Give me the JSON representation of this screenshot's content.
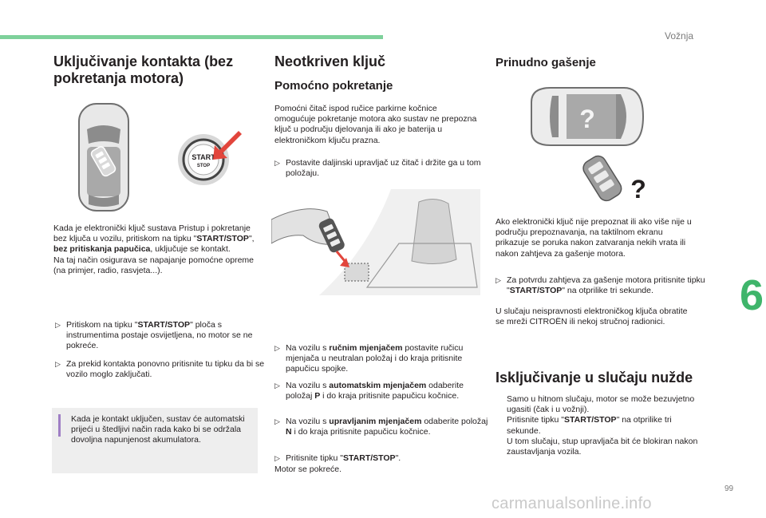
{
  "header": {
    "section_label": "Vožnja",
    "chapter_number": "6",
    "page_number": "99",
    "watermark": "carmanualsonline.info"
  },
  "col1": {
    "title": "Uključivanje kontakta (bez pokretanja motora)",
    "start_button_top": "START",
    "start_button_bottom": "STOP",
    "para1_a": "Kada je elektronički ključ sustava Pristup i pokretanje bez ključa u vozilu, pritiskom na tipku \"",
    "para1_b": "START/STOP",
    "para1_c": "\", ",
    "para1_d": "bez pritiskanja papučica",
    "para1_e": ", uključuje se kontakt.",
    "para1_f": "Na taj način osigurava se napajanje pomoćne opreme (na primjer, radio, rasvjeta...).",
    "bullet1_a": "Pritiskom na tipku \"",
    "bullet1_b": "START/STOP",
    "bullet1_c": "\" ploča s instrumentima postaje osvijetljena, no motor se ne pokreće.",
    "bullet2": "Za prekid kontakta ponovno pritisnite tu tipku da bi se vozilo moglo zaključati.",
    "info": "Kada je kontakt uključen, sustav će automatski prijeći u štedljivi način rada kako bi se održala dovoljna napunjenost akumulatora."
  },
  "col2": {
    "title": "Neotkriven ključ",
    "subtitle": "Pomoćno pokretanje",
    "para1": "Pomoćni čitač ispod ručice parkirne kočnice omogućuje pokretanje motora ako sustav ne prepozna ključ u području djelovanja ili ako je baterija u elektroničkom ključu prazna.",
    "bullet1": "Postavite daljinski upravljač uz čitač i držite ga u tom položaju.",
    "b2_a": "Na vozilu s ",
    "b2_b": "ručnim mjenjačem",
    "b2_c": " postavite ručicu mjenjača u neutralan položaj i do kraja pritisnite papučicu spojke.",
    "b3_a": "Na vozilu s ",
    "b3_b": "automatskim mjenjačem",
    "b3_c": " odaberite položaj ",
    "b3_d": "P",
    "b3_e": " i do kraja pritisnite papučicu kočnice.",
    "b4_a": "Na vozilu s ",
    "b4_b": "upravljanim mjenjačem",
    "b4_c": " odaberite položaj ",
    "b4_d": "N",
    "b4_e": " i do kraja pritisnite papučicu kočnice.",
    "b5_a": "Pritisnite tipku \"",
    "b5_b": "START/STOP",
    "b5_c": "\".",
    "final": "Motor se pokreće."
  },
  "col3": {
    "title": "Prinudno gašenje",
    "question_mark": "?",
    "para1": "Ako elektronički ključ nije prepoznat ili ako više nije u području prepoznavanja, na taktilnom ekranu prikazuje se poruka nakon zatvaranja nekih vrata ili nakon zahtjeva za gašenje motora.",
    "bullet1_a": "Za potvrdu zahtjeva za gašenje motora pritisnite tipku \"",
    "bullet1_b": "START/STOP",
    "bullet1_c": "\" na otprilike tri sekunde.",
    "para2": "U slučaju neispravnosti elektroničkog ključa obratite se mreži CITROËN ili nekoj stručnoj radionici.",
    "title2": "Isključivanje u slučaju nužde",
    "p3_a": "Samo u hitnom slučaju, motor se može bezuvjetno ugasiti (čak i u vožnji).",
    "p3_b": "Pritisnite tipku \"",
    "p3_c": "START/STOP",
    "p3_d": "\" na otprilike tri sekunde.",
    "p3_e": "U tom slučaju, stup upravljača bit će blokiran nakon zaustavljanja vozila."
  },
  "colors": {
    "accent_green": "#7ed19b",
    "chapter_green": "#3fb56b",
    "info_bar": "#9f7fc5",
    "arrow_red": "#e2453c"
  }
}
